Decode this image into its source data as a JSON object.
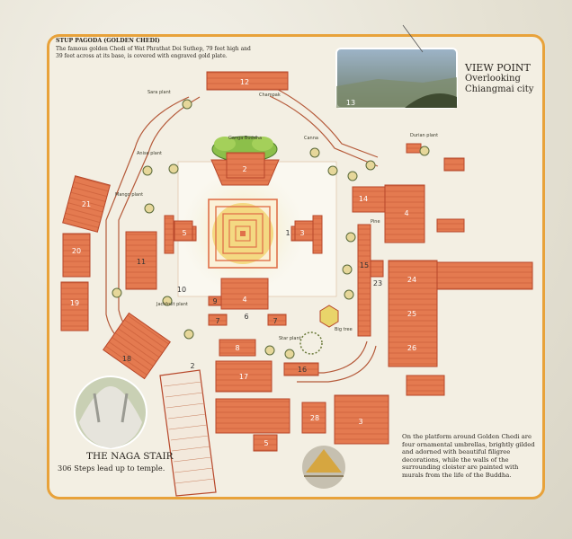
{
  "colors": {
    "building": "#e0714a",
    "building_dark": "#b7472a",
    "frame": "#e8a23a",
    "gold": "#f0c020",
    "path": "#b55a3a",
    "tree": "#5a6a3a"
  },
  "stupa": {
    "title": "STUP PAGODA (GOLDEN CHEDI)",
    "description": "The famous golden Chedi of Wat Phrathat Doi Suthep, 79 feet high and 39 feet across at its base, is covered with engraved gold plate."
  },
  "viewpoint": {
    "title": "VIEW POINT",
    "line1": "Overlooking",
    "line2": "Chiangmai city"
  },
  "naga": {
    "title": "THE NAGA STAIR",
    "subtitle": "306 Steps lead up to temple."
  },
  "platform_note": "On the platform around Golden Chedi are four ornamental umbrellas, brightly gilded and adorned with beautiful filigree decorations, while the walls of the surrounding cloister are painted with murals from the life of the Buddha.",
  "tree_labels": {
    "sara": "Sara plant",
    "champak": "Champak",
    "bodhi": "Ganga Buddha",
    "canna": "Canna",
    "durian": "Durian plant",
    "mango": "Mango plant",
    "jackfruit": "Jackfruit plant",
    "pine": "Pine",
    "big_tree": "Big tree",
    "anise": "Anise plant",
    "star": "Star plant"
  },
  "numbers": {
    "n2": "2",
    "n3": "3",
    "n4": "4",
    "n5": "5",
    "n6": "6",
    "n7": "7",
    "n8": "8",
    "n9": "9",
    "n10": "10",
    "n11": "11",
    "n12": "12",
    "n13": "13",
    "n14": "14",
    "n15": "15",
    "n16": "16",
    "n17": "17",
    "n18": "18",
    "n19": "19",
    "n20": "20",
    "n21": "21",
    "n23": "23",
    "n24": "24",
    "n25": "25",
    "n26": "26",
    "n28": "28",
    "n1": "1"
  }
}
